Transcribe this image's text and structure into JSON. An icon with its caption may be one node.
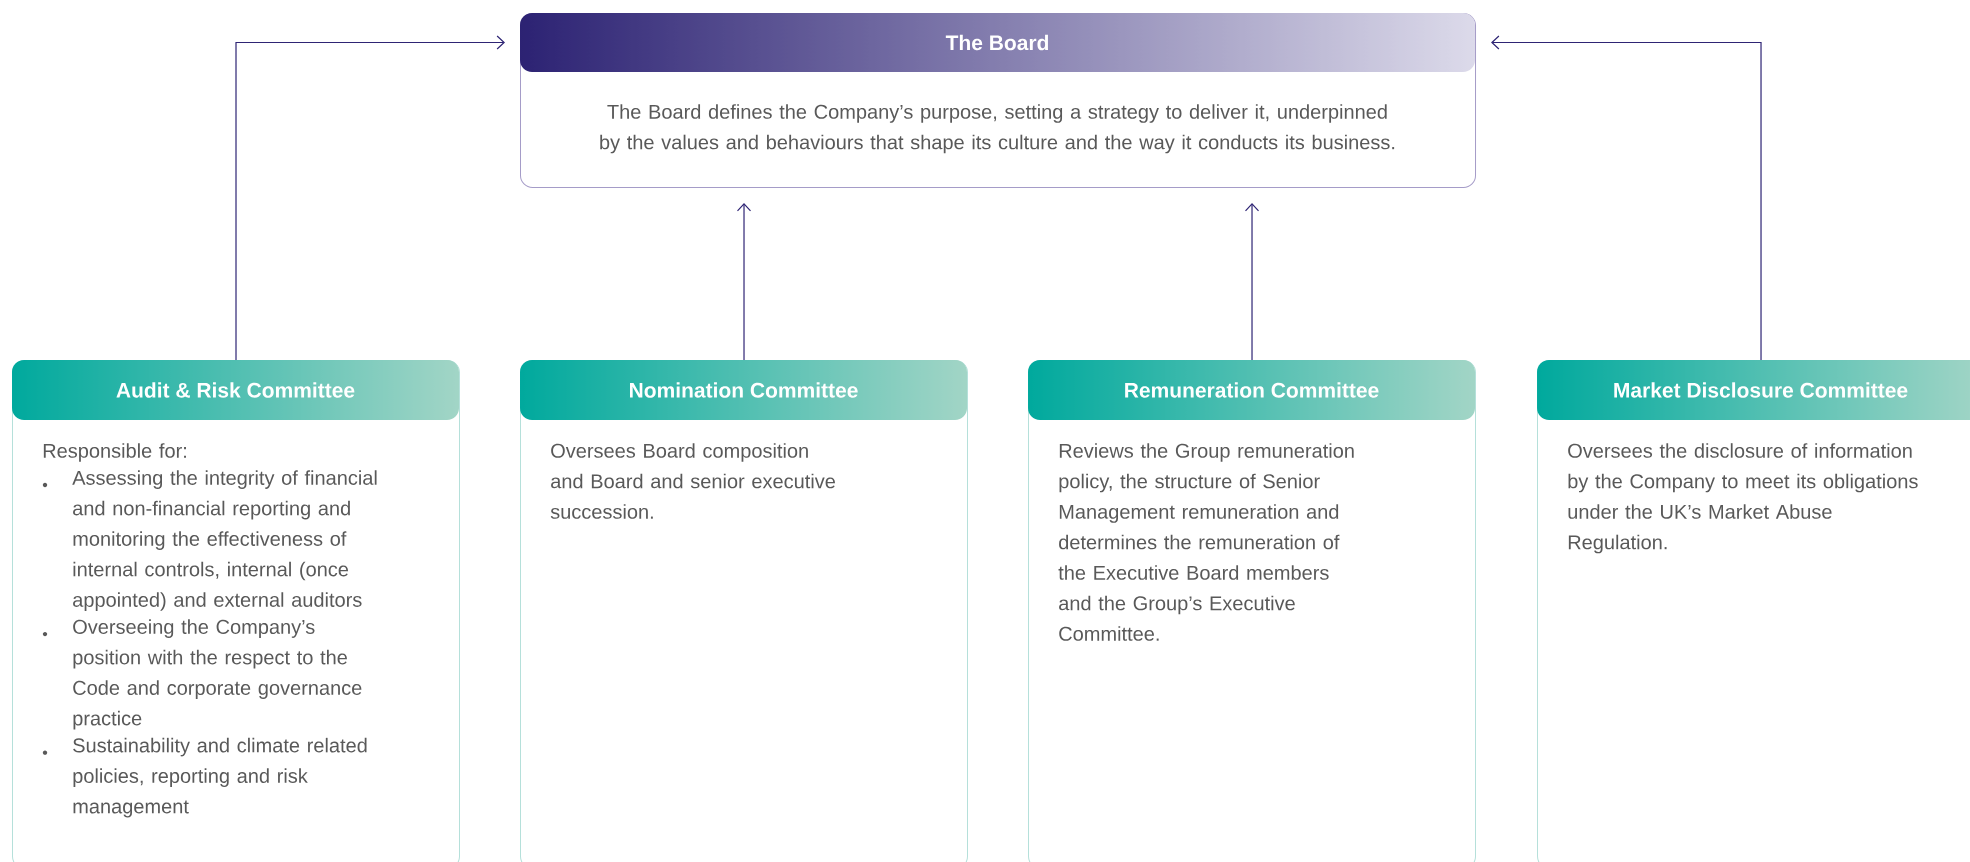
{
  "diagram": {
    "nodes": [
      {
        "text": [
          "The Board",
          "The Board defines the Company’s purpose, setting a strategy to deliver it, underpinned by the values and behaviours that shape its culture and the way it conducts its business."
        ]
      },
      {
        "text": [
          "Audit & Risk Committee",
          "Responsible for:",
          "Assessing the integrity of financial and non-financial reporting and monitoring the effectiveness of internal controls, internal (once appointed) and external auditors",
          "Overseeing the Company’s position with the respect to the Code and corporate governance practice",
          "Sustainability and climate related policies, reporting and risk management"
        ]
      },
      {
        "text": [
          "Nomination Committee",
          "Oversees Board composition and Board and senior executive succession."
        ]
      },
      {
        "text": [
          "Remuneration Committee",
          "Reviews the Group remuneration policy, the structure of Senior Management remuneration and determines the remuneration of the Executive Board members and the Group’s Executive Committee."
        ]
      },
      {
        "text": [
          "Market Disclosure Committee",
          "Oversees the disclosure of information by the Company to meet its obligations under the UK’s Market Abuse Regulation."
        ]
      }
    ],
    "edges": [
      {
        "from": 1,
        "to": 0,
        "arrow": "to"
      },
      {
        "from": 2,
        "to": 0,
        "arrow": "to"
      },
      {
        "from": 3,
        "to": 0,
        "arrow": "to"
      },
      {
        "from": 4,
        "to": 0,
        "arrow": "to"
      }
    ]
  }
}
